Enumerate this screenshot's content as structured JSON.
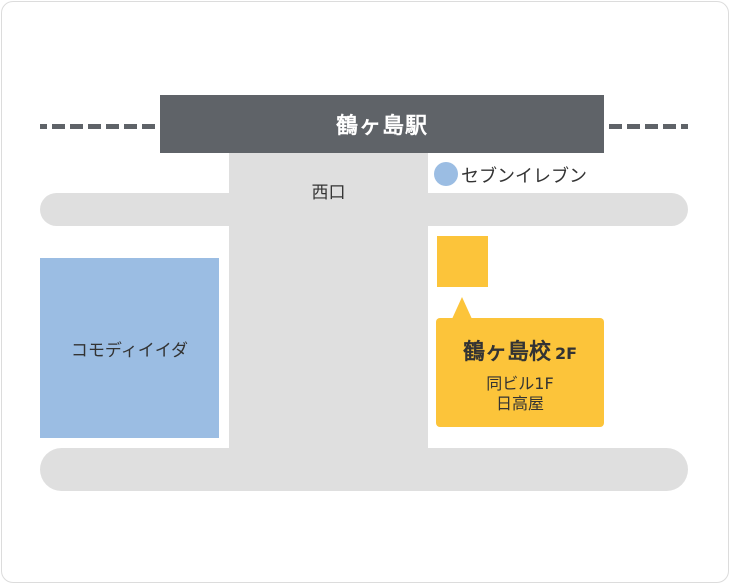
{
  "map": {
    "station": {
      "name": "鶴ヶ島駅",
      "color": "#5f6368"
    },
    "exit_label": "西口",
    "landmarks": {
      "convenience_store": {
        "label": "セブンイレブン",
        "icon": "circle-marker-icon",
        "color": "#9bbde3"
      },
      "department_store": {
        "label": "コモディイイダ",
        "color": "#9bbde3"
      }
    },
    "destination": {
      "title": "鶴ヶ島校",
      "floor": "2F",
      "building_note": "同ビル1F",
      "building_tenant": "日高屋",
      "color": "#fcc43a"
    },
    "road_color": "#dfdfdf"
  }
}
